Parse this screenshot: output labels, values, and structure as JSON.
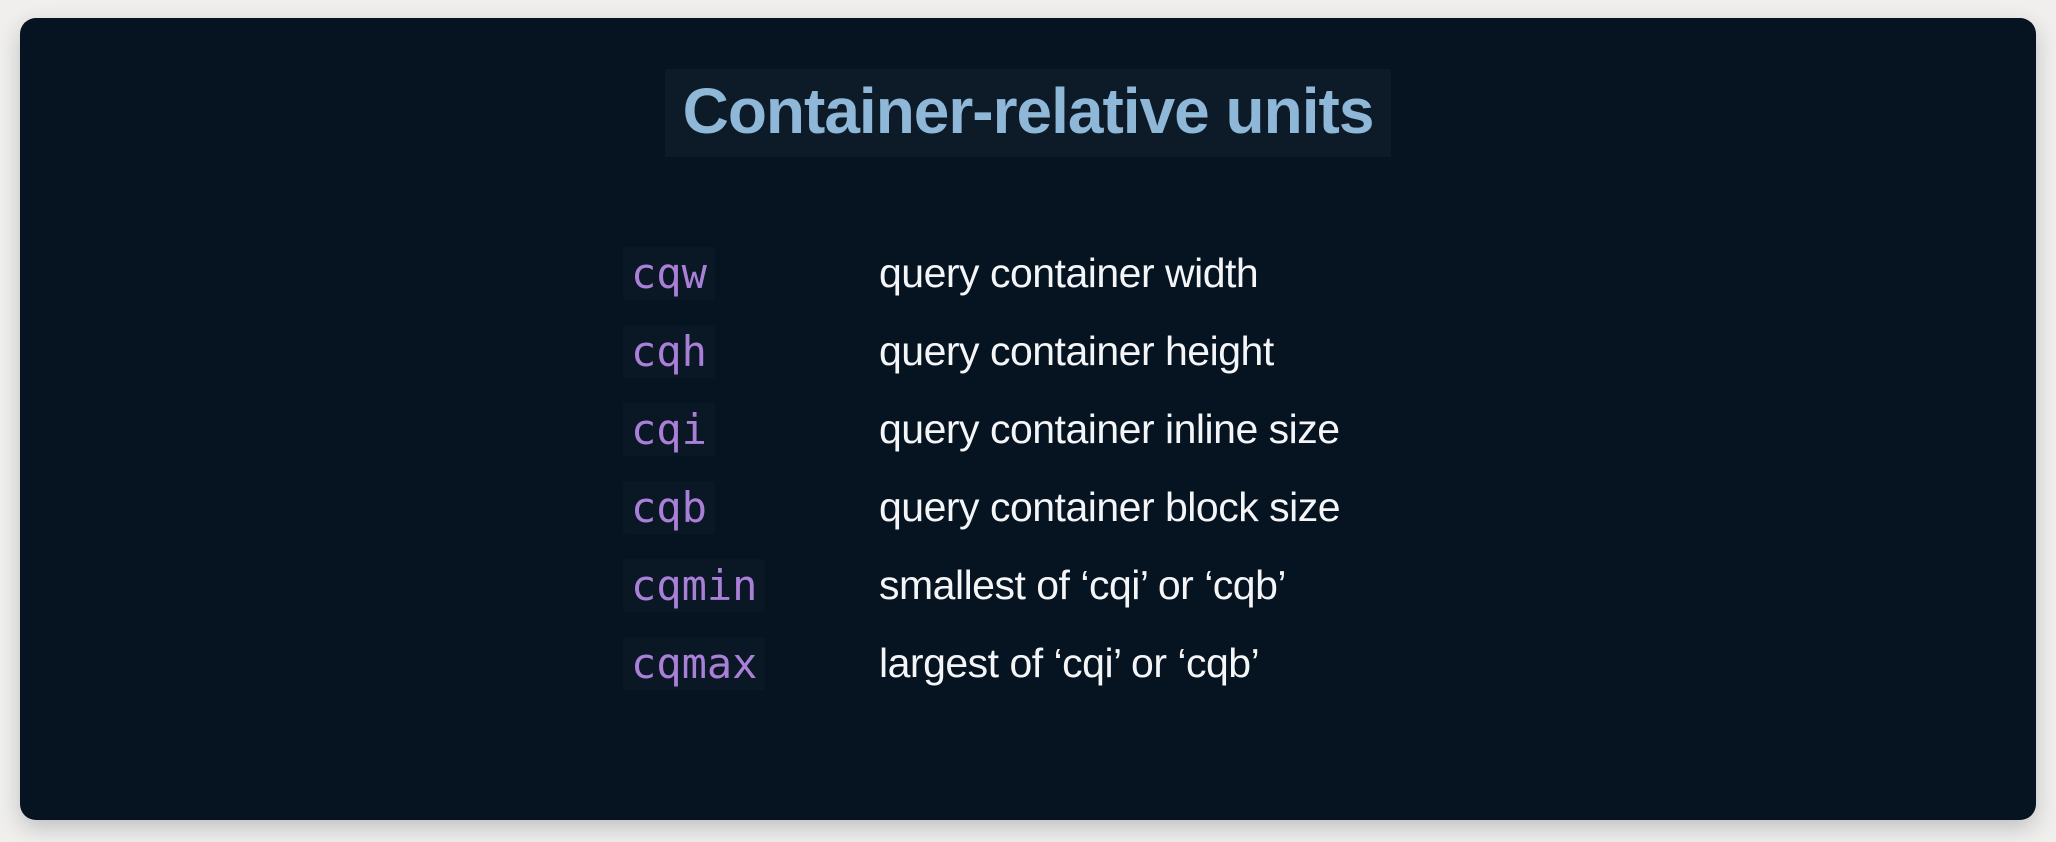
{
  "theme": {
    "page_background": "#f0efed",
    "card_background": "#061320",
    "title_color": "#8fb7d7",
    "unit_color": "#a97fd8",
    "description_color": "#f3f5f7"
  },
  "card": {
    "title": "Container-relative units"
  },
  "units": [
    {
      "unit": "cqw",
      "description": "query container width"
    },
    {
      "unit": "cqh",
      "description": "query container height"
    },
    {
      "unit": "cqi",
      "description": "query container inline size"
    },
    {
      "unit": "cqb",
      "description": "query container block size"
    },
    {
      "unit": "cqmin",
      "description": "smallest of ‘cqi’ or ‘cqb’"
    },
    {
      "unit": "cqmax",
      "description": "largest of ‘cqi’ or ‘cqb’"
    }
  ]
}
